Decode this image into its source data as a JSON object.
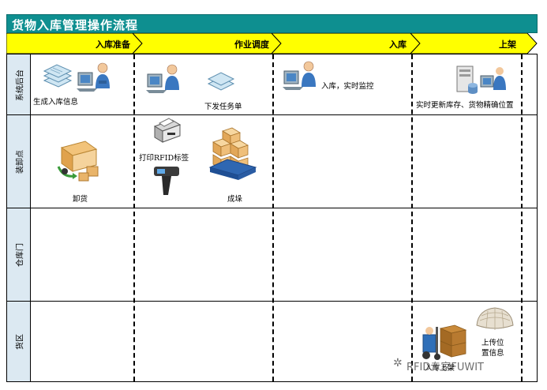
{
  "title": "货物入库管理操作流程",
  "phases": [
    {
      "label": "入库准备"
    },
    {
      "label": "作业调度"
    },
    {
      "label": "入库"
    },
    {
      "label": "上架"
    }
  ],
  "lanes": [
    {
      "label": "系统后台"
    },
    {
      "label": "装卸点"
    },
    {
      "label": "仓库门"
    },
    {
      "label": "货区"
    }
  ],
  "steps": {
    "generate_inbound_info": "生成入库信息",
    "dispatch_task": "下发任务单",
    "inbound_monitor": "入库，实时监控",
    "update_inventory": "实时更新库存、货物精确位置",
    "print_rfid": "打印RFID标签",
    "unload": "卸货",
    "palletize": "成垛",
    "upload_position_1": "上传位",
    "upload_position_2": "置信息",
    "shelving": "入库上架"
  },
  "watermark": "RFID专家FUWIT",
  "colors": {
    "title_bg": "#0e8f90",
    "phase_bg": "#ffff00",
    "lane_label_bg": "#dce9f2"
  }
}
